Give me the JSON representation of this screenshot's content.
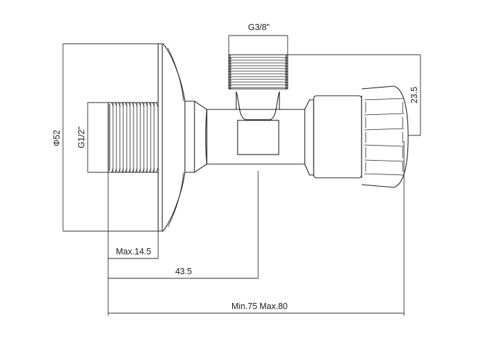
{
  "dimensions": {
    "inlet_thread": "G1/2\"",
    "outlet_thread": "G3/8\"",
    "flange_diameter": "Φ52",
    "outlet_height": "23.5",
    "thread_length": "Max.14.5",
    "center_distance": "43.5",
    "overall_length": "Min.75  Max.80"
  },
  "colors": {
    "line": "#1c1c1c",
    "background": "#ffffff"
  }
}
